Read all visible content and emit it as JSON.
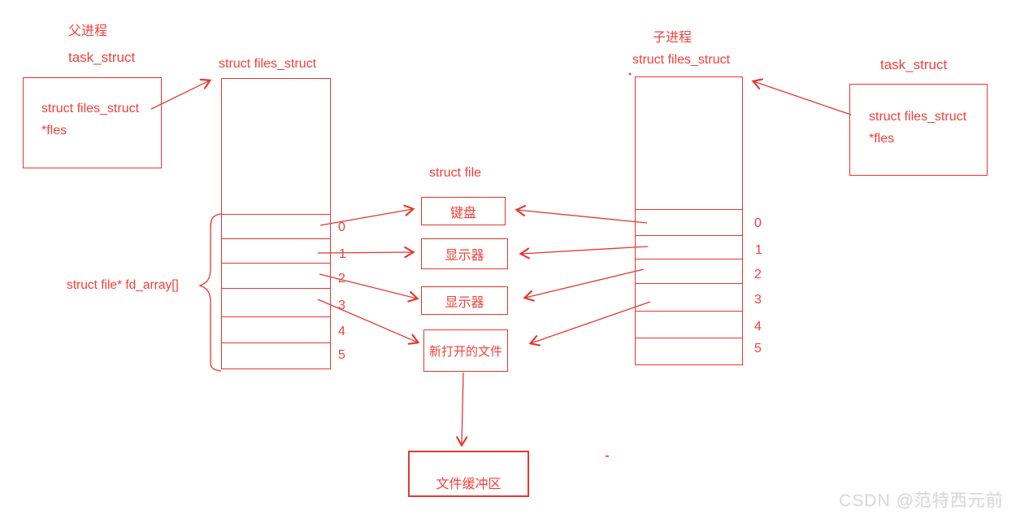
{
  "parent": {
    "title": "父进程",
    "task_label": "task_struct",
    "pointer_line1": "struct files_struct",
    "pointer_line2": "*fles",
    "files_struct_label": "struct files_struct",
    "fd_array_label": "struct file* fd_array[]",
    "fd_numbers": [
      "0",
      "1",
      "2",
      "3",
      "4",
      "5"
    ]
  },
  "child": {
    "title": "子进程",
    "task_label": "task_struct",
    "pointer_line1": "struct files_struct",
    "pointer_line2": "*fles",
    "files_struct_label": "struct files_struct",
    "fd_numbers": [
      "0",
      "1",
      "2",
      "3",
      "4",
      "5"
    ]
  },
  "files": {
    "section_label": "struct file",
    "keyboard": "键盘",
    "monitor1": "显示器",
    "monitor2": "显示器",
    "new_file": "新打开的文件",
    "buffer": "文件缓冲区"
  },
  "watermark": "CSDN @范特西元前",
  "colors": {
    "line": "#e5382f",
    "text": "#f4403a"
  }
}
